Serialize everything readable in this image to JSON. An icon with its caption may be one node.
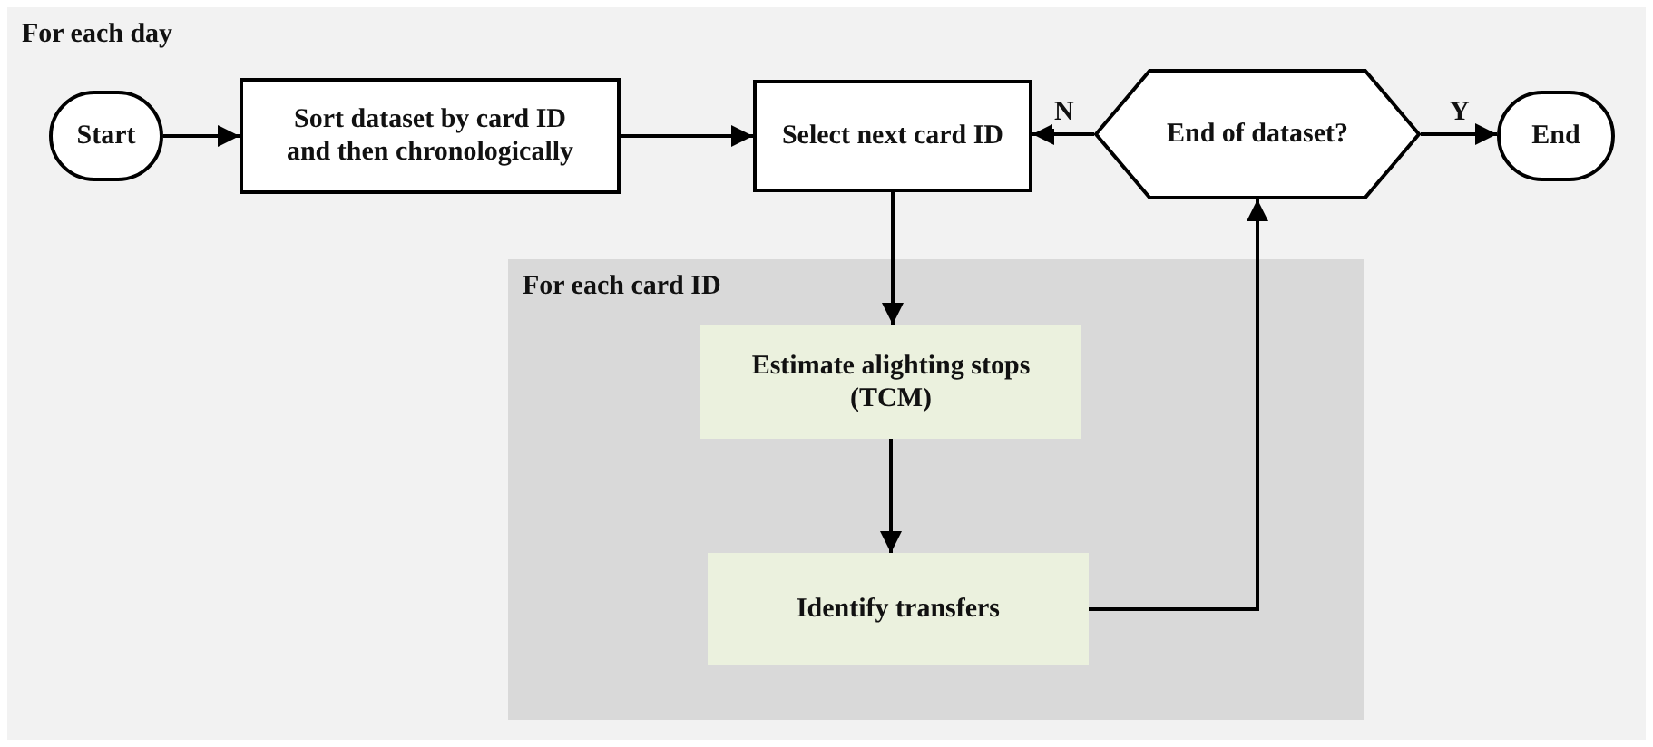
{
  "diagram": {
    "nodes": [
      {
        "text": [
          "For each day"
        ]
      },
      {
        "text": [
          "Start"
        ],
        "in": 0
      },
      {
        "text": [
          "Sort dataset by card ID and then chronologically"
        ],
        "in": 0
      },
      {
        "text": [
          "Select next card ID"
        ],
        "in": 0
      },
      {
        "text": [
          "End of dataset?"
        ],
        "in": 0
      },
      {
        "text": [
          "End"
        ],
        "in": 0
      },
      {
        "text": [
          "For each card ID"
        ],
        "in": 0
      },
      {
        "text": [
          "Estimate alighting stops (TCM)"
        ],
        "in": 6
      },
      {
        "text": [
          "Identify transfers"
        ],
        "in": 6
      }
    ],
    "edges": [
      {
        "from": 1,
        "to": 2,
        "arrow": "to"
      },
      {
        "from": 2,
        "to": 3,
        "arrow": "to"
      },
      {
        "from": 4,
        "to": 3,
        "arrow": "to",
        "label": "N"
      },
      {
        "from": 4,
        "to": 5,
        "arrow": "to",
        "label": "Y"
      },
      {
        "from": 3,
        "to": 7,
        "arrow": "to"
      },
      {
        "from": 7,
        "to": 8,
        "arrow": "to"
      },
      {
        "from": 8,
        "to": 4,
        "arrow": "to"
      }
    ]
  }
}
